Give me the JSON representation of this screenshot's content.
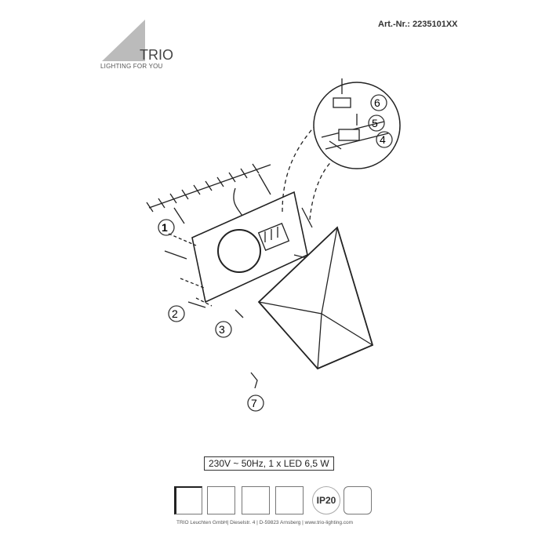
{
  "header": {
    "article_number": "Art.-Nr.: 2235101XX"
  },
  "logo": {
    "brand": "TRIO",
    "tagline": "LIGHTING FOR YOU"
  },
  "callouts": [
    "1",
    "2",
    "3",
    "4",
    "5",
    "6",
    "7"
  ],
  "spec": "230V  ~ 50Hz,  1 x LED 6,5 W",
  "symbols": {
    "ip_rating": "IP20",
    "icons": [
      "not-for-dimmer-icon",
      "indoor-use-icon",
      "led-not-replaceable-icon",
      "protective-earth-icon",
      "ip20-icon",
      "no-direct-light-icon"
    ]
  },
  "footer": "TRIO  Leuchten   GmbH|  Dieselstr. 4  |  D-59823 Arnsberg  |  www.trio-lighting.com"
}
